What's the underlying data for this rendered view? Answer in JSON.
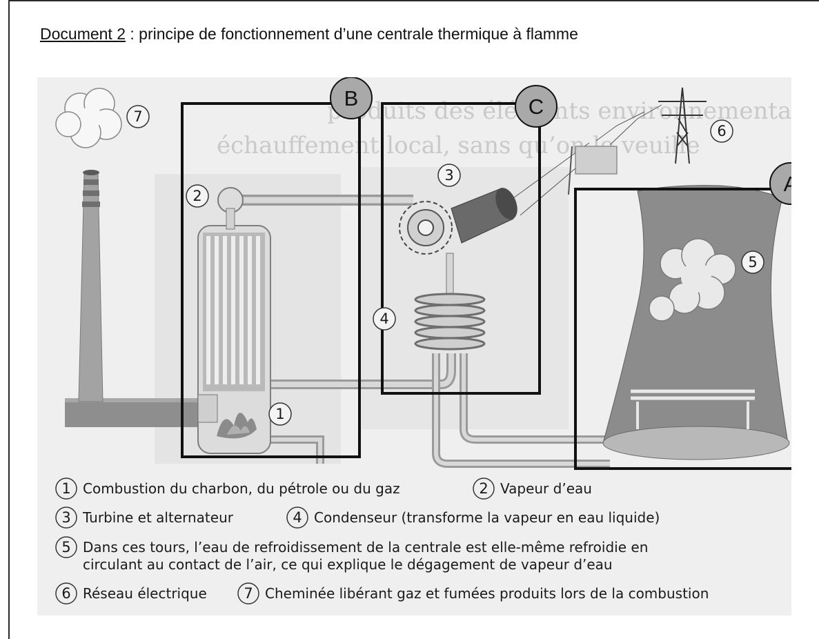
{
  "document": {
    "label": "Document 2",
    "title_rest": " : principe de fonctionnement d’une centrale thermique à flamme"
  },
  "boxes": {
    "a": "A",
    "b": "B",
    "c": "C"
  },
  "markers": {
    "m1": "1",
    "m2": "2",
    "m3": "3",
    "m4": "4",
    "m5": "5",
    "m6": "6",
    "m7": "7"
  },
  "legend": {
    "item1": "Combustion du charbon, du pétrole ou du gaz",
    "item2": "Vapeur d’eau",
    "item3": "Turbine et alternateur",
    "item4": "Condenseur (transforme la vapeur en eau liquide)",
    "item5_line1": "Dans ces tours, l’eau de refroidissement de la centrale est elle-même refroidie en",
    "item5_line2": "circulant au contact de l’air, ce qui explique le dégagement de vapeur d’eau",
    "item6": "Réseau électrique",
    "item7": "Cheminée libérant gaz et fumées produits lors de la combustion"
  },
  "bleed_through": {
    "line1": "échauffement local, sans qu’on le veuille",
    "line2": "produits des éléments environnementaux"
  },
  "colors": {
    "background": "#efefef",
    "tower": "#8c8c8c",
    "tower_water": "#b8b8b8",
    "frame_border": "#111111",
    "circle_fill": "#a9a9a9"
  }
}
